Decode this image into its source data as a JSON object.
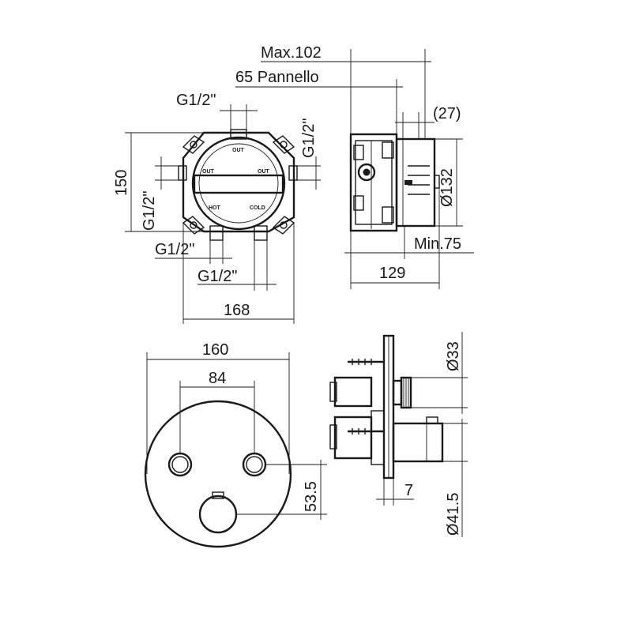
{
  "labels": {
    "max_depth": "Max.102",
    "panel_depth": "65 Pannello",
    "offset": "(27)",
    "thread_top": "G1/2\"",
    "thread_right": "G1/2\"",
    "thread_left": "G1/2\"",
    "thread_bottom_left": "G1/2\"",
    "thread_bottom_right": "G1/2\"",
    "height_body": "150",
    "width_body": "168",
    "diameter_body": "Ø132",
    "min_depth": "Min.75",
    "depth_body": "129",
    "port_out_top": "OUT",
    "port_out_left": "OUT",
    "port_out_right": "OUT",
    "port_hot": "HOT",
    "port_cold": "COLD",
    "plate_diameter": "160",
    "knob_spacing": "84",
    "knob_offset": "53.5",
    "diameter_knob_small": "Ø33",
    "diameter_knob_large": "Ø41.5",
    "plate_thickness": "7"
  }
}
